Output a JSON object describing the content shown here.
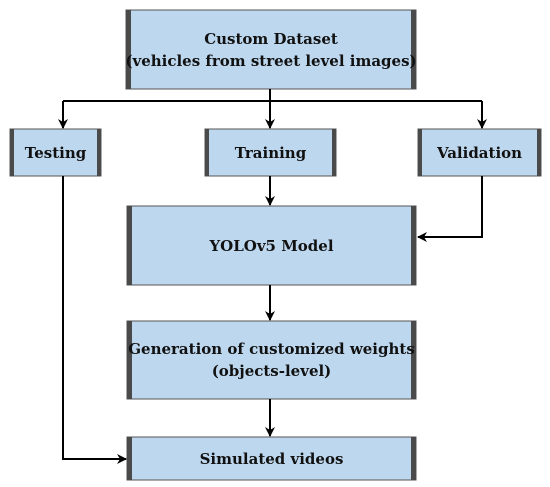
{
  "colors": {
    "box_fill": "#bdd7ee",
    "box_border": "#555555",
    "box_edge": "#4a4a4a",
    "arrow": "#000000"
  },
  "nodes": {
    "dataset": {
      "line1": "Custom Dataset",
      "line2": "(vehicles from street level images)"
    },
    "testing": {
      "label": "Testing"
    },
    "training": {
      "label": "Training"
    },
    "validation": {
      "label": "Validation"
    },
    "model": {
      "label": "YOLOv5 Model"
    },
    "weights": {
      "line1": "Generation of customized weights",
      "line2": "(objects-level)"
    },
    "videos": {
      "label": "Simulated videos"
    }
  }
}
